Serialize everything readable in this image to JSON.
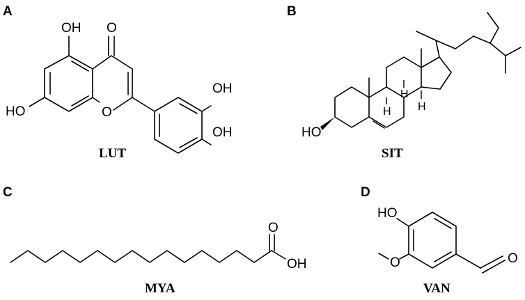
{
  "panels": [
    {
      "letter": "A",
      "caption": "LUT",
      "atoms": {
        "oh_top": "OH",
        "oxo": "O",
        "oh_left": "HO",
        "ring_o": "O",
        "oh_right_upper": "OH",
        "oh_right_lower": "OH"
      }
    },
    {
      "letter": "B",
      "caption": "SIT",
      "atoms": {
        "oh_left": "HO",
        "h1": "H",
        "h2": "H",
        "h3": "H"
      }
    },
    {
      "letter": "C",
      "caption": "MYA",
      "atoms": {
        "oxo": "O",
        "oh": "OH"
      }
    },
    {
      "letter": "D",
      "caption": "VAN",
      "atoms": {
        "oh": "HO",
        "methoxy_o": "O",
        "aldehyde_o": "O"
      }
    }
  ]
}
